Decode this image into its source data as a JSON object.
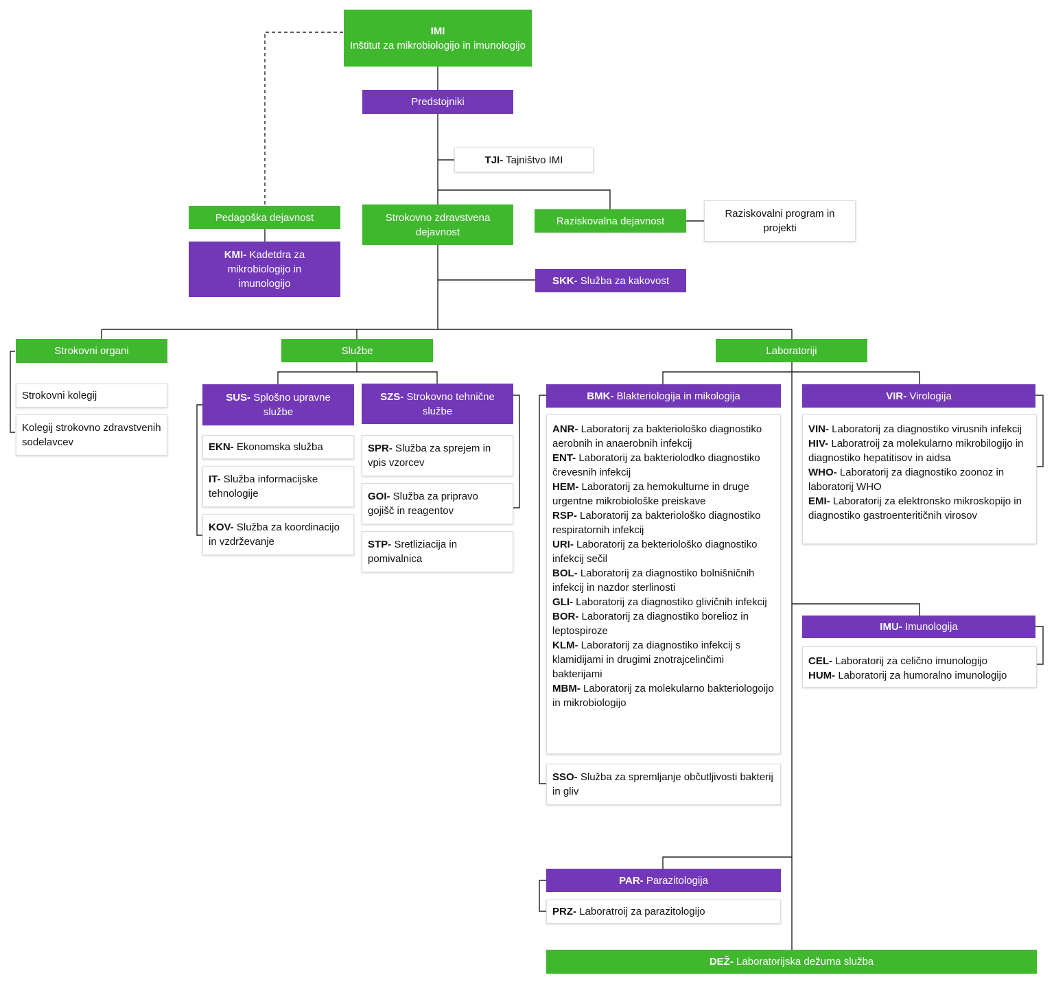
{
  "colors": {
    "green": "#40b82e",
    "purple": "#7238b8",
    "line": "#222222"
  },
  "imi": {
    "code": "IMI",
    "name": "Inštitut za mikrobiologijo in imunologijo"
  },
  "predstojniki": "Predstojniki",
  "tji": {
    "code": "TJI-",
    "name": " Tajništvo IMI"
  },
  "pedagoska": "Pedagoška dejavnost",
  "kmi": {
    "code": "KMI-",
    "name": " Kadetdra za mikrobiologijo in imunologijo"
  },
  "strokovno_zdravstvena": "Strokovno zdravstvena dejavnost",
  "raziskovalna": "Raziskovalna dejavnost",
  "raziskovalni_program": "Raziskovalni program in projekti",
  "skk": {
    "code": "SKK-",
    "name": " Služba za kakovost"
  },
  "strokovni_organi": {
    "title": "Strokovni organi",
    "items": [
      "Strokovni kolegij",
      "Kolegij strokovno zdravstvenih sodelavcev"
    ]
  },
  "sluzbe": {
    "title": "Službe",
    "sus": {
      "code": "SUS-",
      "name": " Splošno upravne službe",
      "items": [
        {
          "code": "EKN-",
          "name": " Ekonomska služba"
        },
        {
          "code": "IT-",
          "name": " Služba informacijske tehnologije"
        },
        {
          "code": "KOV-",
          "name": " Služba za koordinacijo in vzdrževanje"
        }
      ]
    },
    "szs": {
      "code": "SZS-",
      "name": " Strokovno tehnične službe",
      "items": [
        {
          "code": "SPR-",
          "name": " Služba za sprejem in vpis vzorcev"
        },
        {
          "code": "GOI-",
          "name": " Služba za pripravo gojišč in reagentov"
        },
        {
          "code": "STP-",
          "name": " Sretliziacija in pomivalnica"
        }
      ]
    }
  },
  "laboratoriji": {
    "title": "Laboratoriji",
    "bmk": {
      "code": "BMK-",
      "name": " Blakteriologija in mikologija",
      "items": [
        {
          "code": "ANR-",
          "name": " Laboratorij za bakteriološko diagnostiko aerobnih in anaerobnih infekcij"
        },
        {
          "code": "ENT-",
          "name": " Laboratorij za bakteriolodko diagnostiko črevesnih infekcij"
        },
        {
          "code": "HEM-",
          "name": " Laboratorij za hemokulturne in druge urgentne mikrobiološke preiskave"
        },
        {
          "code": "RSP-",
          "name": " Laboratorij za bakteriološko diagnostiko respiratornih infekcij"
        },
        {
          "code": "URI-",
          "name": " Laboratorij za bekteriološko diagnostiko infekcij sečil"
        },
        {
          "code": "BOL-",
          "name": " Laboratorij za diagnostiko bolnišničnih infekcij in nazdor sterlinosti"
        },
        {
          "code": "GLI-",
          "name": " Laboratorij za diagnostiko glivičnih infekcij"
        },
        {
          "code": "BOR-",
          "name": " Laboratorij za diagnostiko borelioz in leptospiroze"
        },
        {
          "code": "KLM-",
          "name": " Laboratorij za diagnostiko infekcij s klamidijami in drugimi znotrajcelinčimi bakterijami"
        },
        {
          "code": "MBM-",
          "name": " Laboratorij za molekularno bakteriologoijo in mikrobiologijo"
        }
      ],
      "sso": {
        "code": "SSO-",
        "name": " Služba za spremljanje občutljivosti bakterij in gliv"
      }
    },
    "vir": {
      "code": "VIR-",
      "name": " Virologija",
      "items": [
        {
          "code": "VIN-",
          "name": " Laboratorij za diagnostiko virusnih infekcij"
        },
        {
          "code": "HIV-",
          "name": " Laboratroij za molekularno mikrobilogijo in diagnostiko hepatitisov in aidsa"
        },
        {
          "code": "WHO-",
          "name": " Laboratorij za diagnostiko zoonoz in laboratorij WHO"
        },
        {
          "code": "EMI-",
          "name": " Laboratorij za elektronsko mikroskopijo in diagnostiko gastroenteritičnih virosov"
        }
      ]
    },
    "imu": {
      "code": "IMU-",
      "name": " Imunologija",
      "items": [
        {
          "code": "CEL-",
          "name": " Laboratorij za celično imunologijo"
        },
        {
          "code": "HUM-",
          "name": " Laboratorij za humoralno imunologijo"
        }
      ]
    },
    "par": {
      "code": "PAR-",
      "name": " Parazitologija",
      "items": [
        {
          "code": "PRZ-",
          "name": " Laboratroij za parazitologijo"
        }
      ]
    },
    "dez": {
      "code": "DEŽ-",
      "name": " Laboratorijska dežurna služba"
    }
  }
}
